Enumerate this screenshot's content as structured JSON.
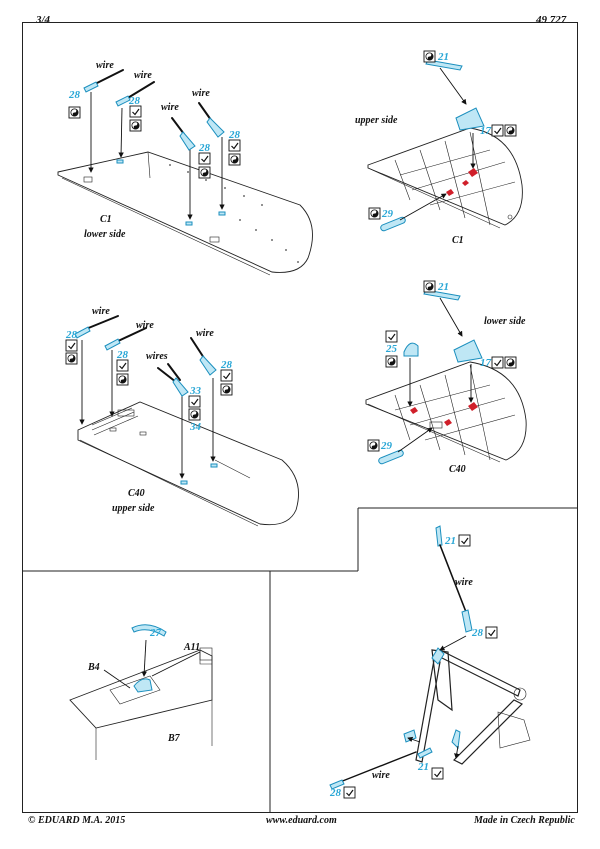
{
  "header": {
    "page": "3/4",
    "kit_number": "49 727"
  },
  "footer": {
    "copyright": "© EDUARD  M.A. 2015",
    "website": "www.eduard.com",
    "origin": "Made in Czech Republic"
  },
  "labels": {
    "wire": "wire",
    "wires": "wires",
    "c1": "C1",
    "c40": "C40",
    "lower_side": "lower side",
    "upper_side": "upper side",
    "a11": "A11",
    "b4": "B4",
    "b7": "B7"
  },
  "parts": {
    "p21": "21",
    "p25": "25",
    "p27": "27",
    "p28": "28",
    "p29": "29",
    "p33": "33",
    "p34": "34",
    "p17": "17"
  },
  "icons": [
    "check-icon",
    "yin-yang-icon"
  ],
  "colors": {
    "etched_part": "#2aa7d6",
    "highlight": "#d01f2a"
  }
}
